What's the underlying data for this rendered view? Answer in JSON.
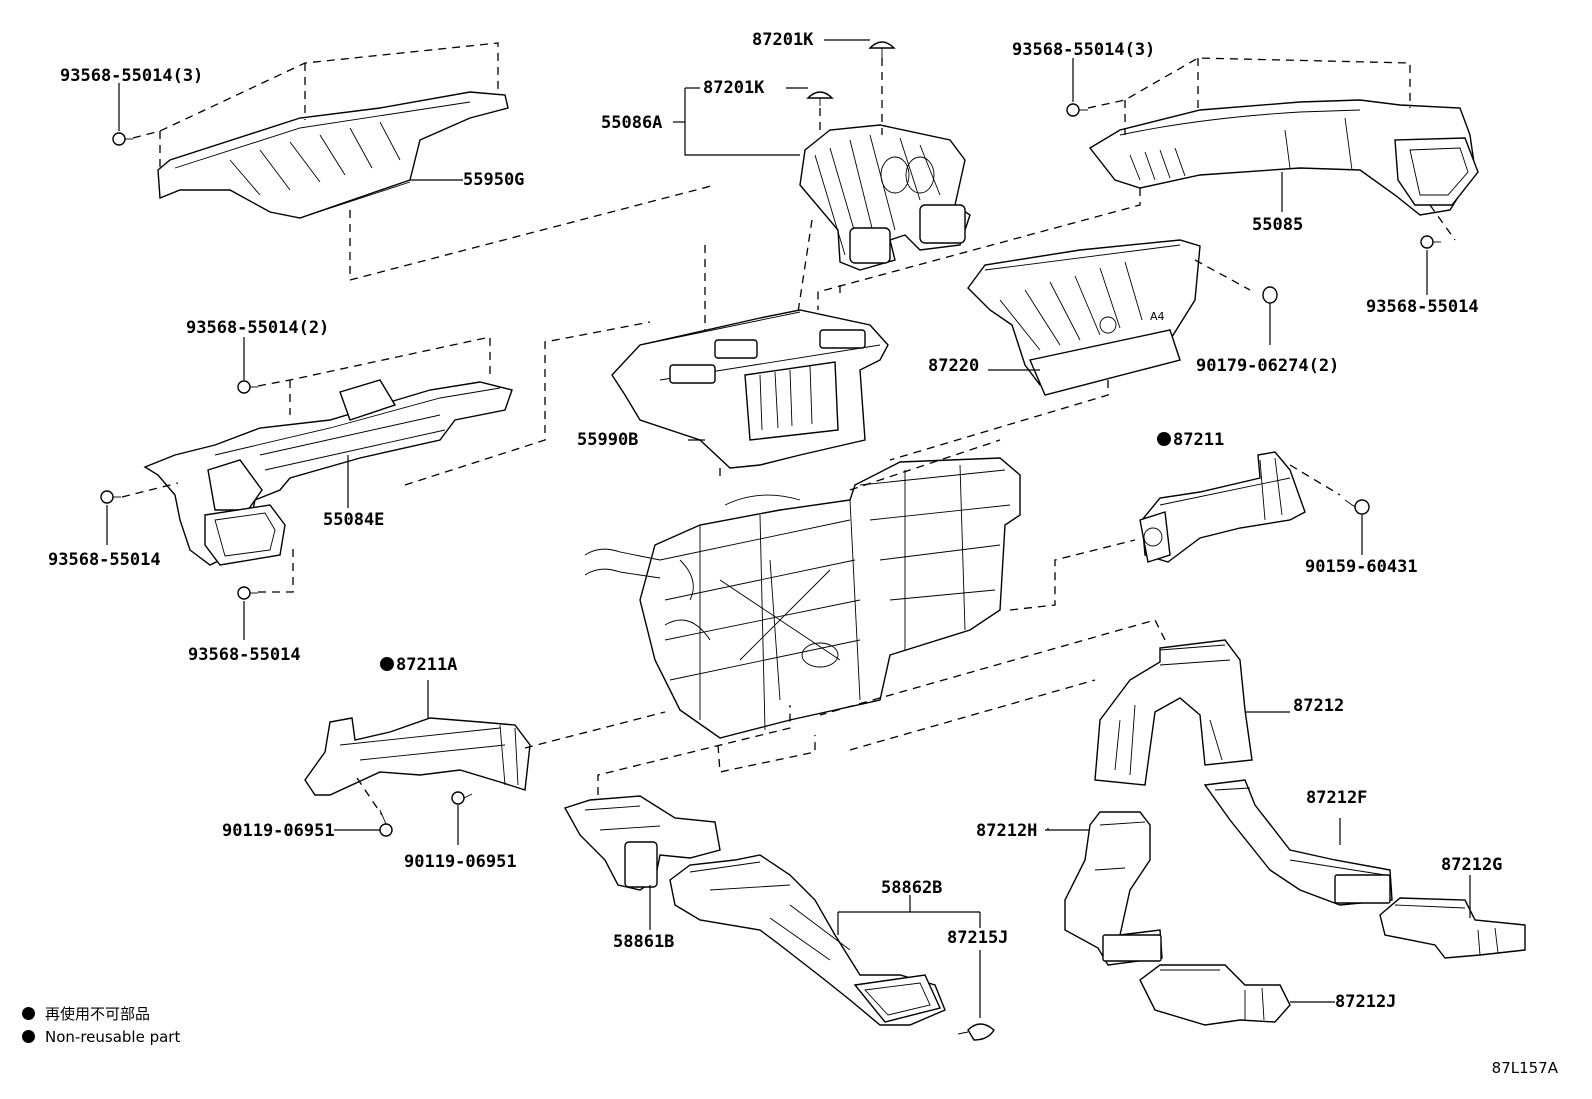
{
  "diagram": {
    "labels": [
      {
        "id": "l01",
        "text": "93568-55014(3)"
      },
      {
        "id": "l02",
        "text": "55950G"
      },
      {
        "id": "l03",
        "text": "87201K"
      },
      {
        "id": "l04",
        "text": "87201K"
      },
      {
        "id": "l05",
        "text": "55086A"
      },
      {
        "id": "l06",
        "text": "93568-55014(3)"
      },
      {
        "id": "l07",
        "text": "55085"
      },
      {
        "id": "l08",
        "text": "93568-55014"
      },
      {
        "id": "l09",
        "text": "93568-55014(2)"
      },
      {
        "id": "l10",
        "text": "87220"
      },
      {
        "id": "l11",
        "text": "90179-06274(2)"
      },
      {
        "id": "l12",
        "text": "55990B"
      },
      {
        "id": "l13",
        "text": "87211"
      },
      {
        "id": "l14",
        "text": "55084E"
      },
      {
        "id": "l15",
        "text": "93568-55014"
      },
      {
        "id": "l16",
        "text": "90159-60431"
      },
      {
        "id": "l17",
        "text": "93568-55014"
      },
      {
        "id": "l18",
        "text": "87211A"
      },
      {
        "id": "l19",
        "text": "87212"
      },
      {
        "id": "l20",
        "text": "87212F"
      },
      {
        "id": "l21",
        "text": "90119-06951"
      },
      {
        "id": "l22",
        "text": "90119-06951"
      },
      {
        "id": "l23",
        "text": "87212H"
      },
      {
        "id": "l24",
        "text": "87212G"
      },
      {
        "id": "l25",
        "text": "58862B"
      },
      {
        "id": "l26",
        "text": "87215J"
      },
      {
        "id": "l27",
        "text": "58861B"
      },
      {
        "id": "l28",
        "text": "87212J"
      }
    ],
    "part_text": {
      "a4": "A4"
    }
  },
  "legend": {
    "line1": "再使用不可部品",
    "line2": "Non-reusable part"
  },
  "catalog_code": "87L157A"
}
